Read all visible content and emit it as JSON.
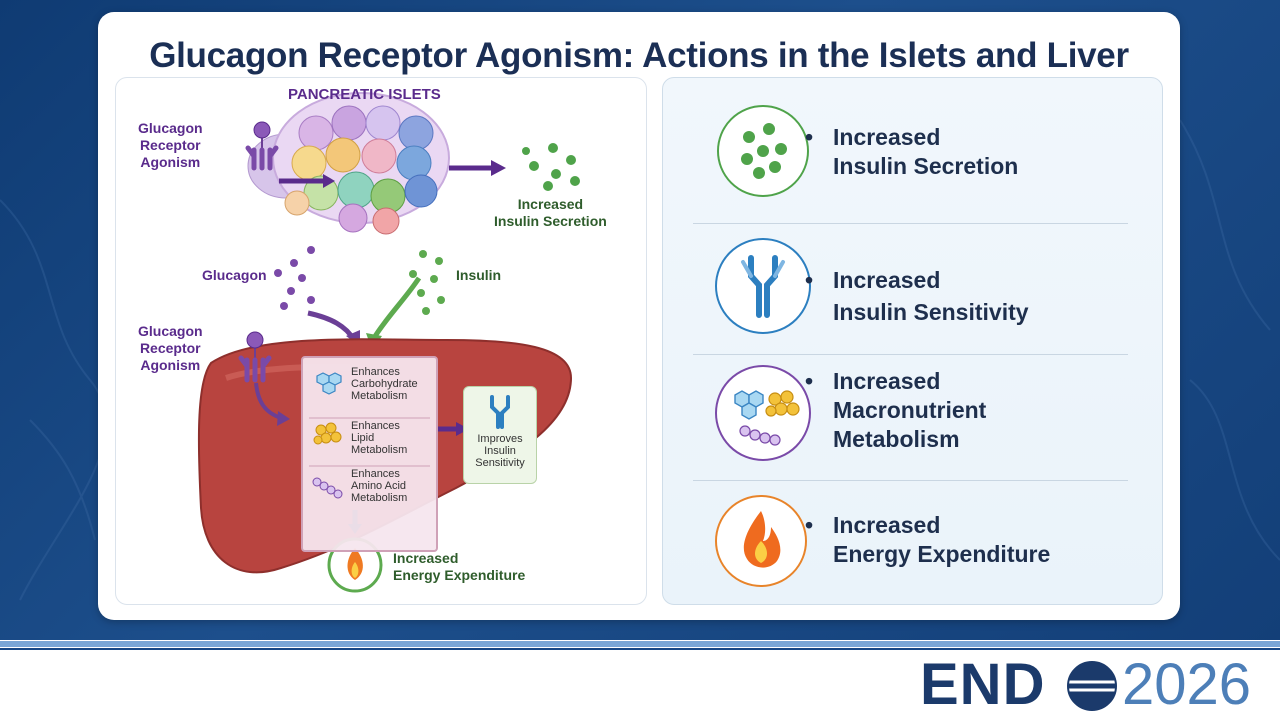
{
  "title": "Glucagon Receptor Agonism: Actions in the Islets and Liver",
  "left": {
    "islets_label": "PANCREATIC ISLETS",
    "agonism_top": [
      "Glucagon",
      "Receptor",
      "Agonism"
    ],
    "secretion_label": [
      "Increased",
      "Insulin Secretion"
    ],
    "glucagon_label": "Glucagon",
    "insulin_label": "Insulin",
    "agonism_liver": [
      "Glucagon",
      "Receptor",
      "Agonism"
    ],
    "box_items": [
      [
        "Enhances",
        "Carbohydrate",
        "Metabolism"
      ],
      [
        "Enhances",
        "Lipid",
        "Metabolism"
      ],
      [
        "Enhances",
        "Amino Acid",
        "Metabolism"
      ]
    ],
    "improves": [
      "Improves",
      "Insulin",
      "Sensitivity"
    ],
    "energy_label": [
      "Increased",
      "Energy Expenditure"
    ]
  },
  "right": {
    "items": [
      {
        "icon": "insulin-granules-icon",
        "lines": [
          "Increased",
          "Insulin Secretion"
        ]
      },
      {
        "icon": "insulin-receptor-icon",
        "lines": [
          "Increased",
          "Insulin Sensitivity"
        ]
      },
      {
        "icon": "macronutrient-icon",
        "lines": [
          "Increased",
          "Macronutrient",
          "Metabolism"
        ]
      },
      {
        "icon": "flame-icon",
        "lines": [
          "Increased",
          "Energy Expenditure"
        ]
      }
    ]
  },
  "logo": {
    "end": "END",
    "year": "2026"
  },
  "colors": {
    "navy": "#1b2f55",
    "purple": "#5a2b8c",
    "green": "#3f8f3a",
    "blue": "#2c7fc0",
    "orange": "#e8842a",
    "liver": "#b8443f"
  }
}
